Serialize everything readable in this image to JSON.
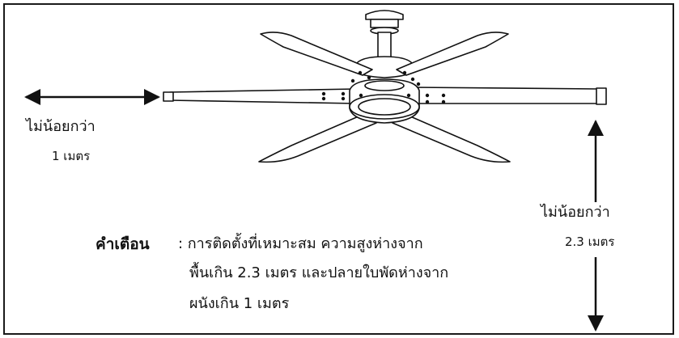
{
  "labels": {
    "left_clearance_line1": "ไม่น้อยกว่า",
    "left_clearance_line2": "1 เมตร",
    "right_clearance_line1": "ไม่น้อยกว่า",
    "right_clearance_line2": "2.3 เมตร"
  },
  "warning": {
    "title": "คำเตือน",
    "line1": ": การติดตั้งที่เหมาะสม ความสูงห่างจาก",
    "line2": "พื้นเกิน 2.3 เมตร และปลายใบพัดห่างจาก",
    "line3": "ผนังเกิน 1 เมตร"
  },
  "colors": {
    "ink": "#111111",
    "fill": "#ffffff"
  },
  "icons": {
    "fan": "ceiling-fan-icon",
    "horizontal_arrow": "double-arrow-horizontal-icon",
    "vertical_arrow": "double-arrow-vertical-icon"
  }
}
